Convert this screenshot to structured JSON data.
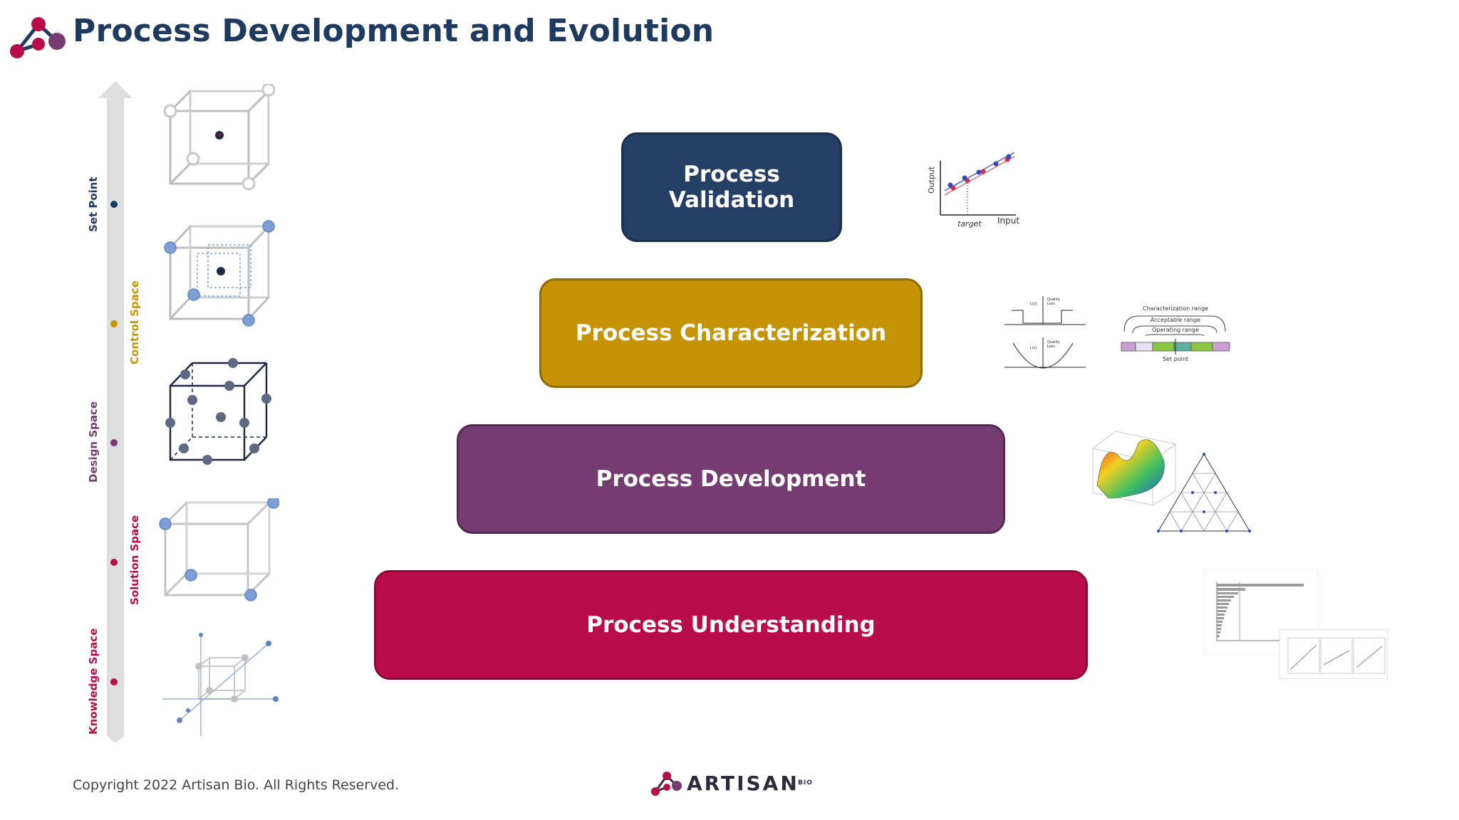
{
  "header": {
    "title": "Process Development and Evolution"
  },
  "tiers": {
    "validation": "Process\nValidation",
    "characterization": "Process Characterization",
    "development": "Process Development",
    "understanding": "Process Understanding"
  },
  "axis": {
    "set_point": "Set Point",
    "control_space": "Control Space",
    "design_space": "Design Space",
    "solution_space": "Solution Space",
    "knowledge_space": "Knowledge Space"
  },
  "thumb_validation": {
    "y_label": "Output",
    "x_label": "Input",
    "target_label": "target"
  },
  "thumb_ranges": {
    "characterization_range": "Characterization range",
    "acceptable_range": "Acceptable range",
    "operating_range": "Operating range",
    "set_point": "Set point"
  },
  "footer": {
    "copyright": "Copyright 2022 Artisan Bio. All Rights Reserved.",
    "brand": "ARTISAN",
    "brand_suffix": "BIO"
  },
  "colors": {
    "navy": "#253f64",
    "gold": "#c49406",
    "purple": "#743c71",
    "crimson": "#b90d49"
  }
}
